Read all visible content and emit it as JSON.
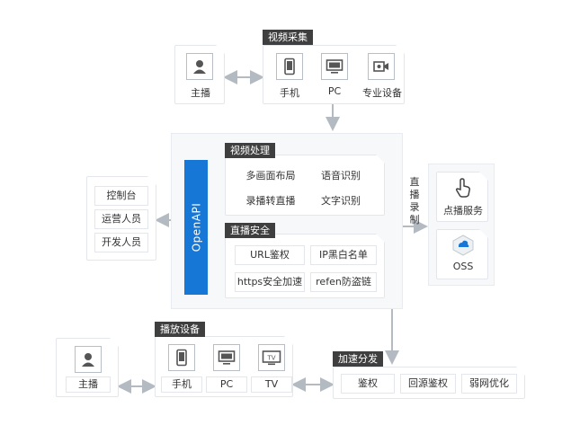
{
  "capture": {
    "title": "视频采集",
    "anchor": "主播",
    "devices": [
      "手机",
      "PC",
      "专业设备"
    ]
  },
  "core": {
    "openapi": "OpenAPI",
    "processing": {
      "title": "视频处理",
      "items": [
        "多画面布局",
        "语音识别",
        "录播转直播",
        "文字识别"
      ]
    },
    "security": {
      "title": "直播安全",
      "items": [
        "URL鉴权",
        "IP黑白名单",
        "https安全加速",
        "refen防盗链"
      ]
    }
  },
  "consoles": [
    "控制台",
    "运营人员",
    "开发人员"
  ],
  "recording": {
    "label": "直播录制",
    "services": [
      "点播服务",
      "OSS"
    ]
  },
  "playback": {
    "title": "播放设备",
    "anchor": "主播",
    "devices": [
      "手机",
      "PC",
      "TV"
    ]
  },
  "cdn": {
    "title": "加速分发",
    "items": [
      "鉴权",
      "回源鉴权",
      "弱网优化"
    ]
  },
  "colors": {
    "accent": "#1677d7",
    "tag": "#3f3f3f",
    "arrow": "#b4bac2"
  }
}
